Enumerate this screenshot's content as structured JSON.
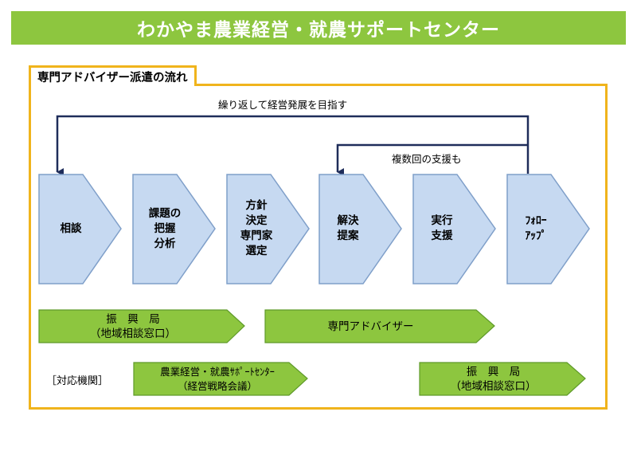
{
  "title": "わかやま農業経営・就農サポートセンター",
  "subtitle": "専門アドバイザー派遣の流れ",
  "loops": {
    "outer": "繰り返して経営発展を目指す",
    "inner": "複数回の支援も"
  },
  "stages": [
    "相談",
    "課題の\n把握\n分析",
    "方針\n決定\n専門家\n選定",
    "解決\n提案",
    "実行\n支援",
    "ﾌｫﾛｰ\nｱｯﾌﾟ"
  ],
  "agency_label": "［対応機関］",
  "agencies": [
    "振　興　局\n（地域相談窓口）",
    "専門アドバイザー",
    "農業経営・就農ｻﾎﾟｰﾄｾﾝﾀｰ\n（経営戦略会議）",
    "振　興　局\n（地域相談窓口）"
  ],
  "colors": {
    "banner": "#8dc63f",
    "frame": "#f0b41c",
    "stage_fill": "#c6d9f1",
    "stage_stroke": "#7f9fc9",
    "agency_fill": "#8dc63f",
    "agency_stroke": "#5f9a2a",
    "loop_line": "#1f2d5a"
  }
}
